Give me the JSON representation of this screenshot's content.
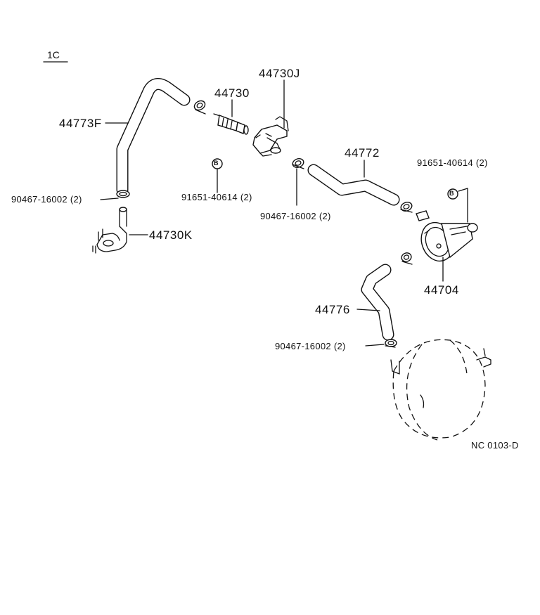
{
  "section_ref": "1C",
  "drawing_code": "NC 0103-D",
  "callouts": {
    "hose_upper_left": "44773F",
    "hose_clamp_left": "90467-16002 (2)",
    "union_left": "44730K",
    "check_valve": "44730",
    "union_center": "44730J",
    "bolt_marker_center": "B",
    "bolt_center": "91651-40614 (2)",
    "hose_clamp_center": "90467-16002 (2)",
    "hose_middle": "44772",
    "bolt_marker_right": "B",
    "bolt_right": "91651-40614 (2)",
    "vacuum_pump": "44704",
    "hose_lower": "44776",
    "hose_clamp_lower": "90467-16002 (2)"
  }
}
